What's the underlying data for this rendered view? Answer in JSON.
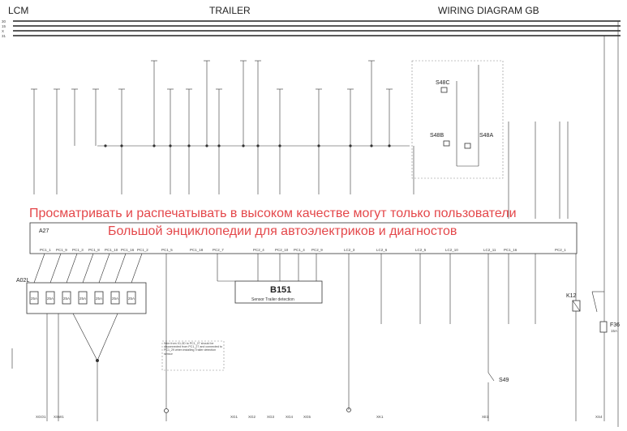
{
  "header": {
    "left": "LCM",
    "center": "TRAILER",
    "right": "WIRING DIAGRAM GB",
    "bus_labels": [
      "30",
      "15",
      "X",
      "31"
    ]
  },
  "watermark": {
    "line1": "Просматривать и распечатывать в высоком качестве могут только пользователи",
    "line2": "Большой энциклопедии для автоэлектриков и диагностов"
  },
  "components": {
    "a27": "A27",
    "a02l": "A02L",
    "b151": "B151",
    "b151_desc": "Sensor Trailer detection",
    "s48c": "S48C",
    "s48b": "S48B",
    "s48a": "S48A",
    "s49": "S49",
    "k12": "K12",
    "f36": "F36",
    "f36_rating": "15A"
  },
  "fuses": [
    "25A",
    "25A",
    "25A",
    "25A",
    "25A",
    "25A",
    "25A"
  ],
  "pins_a27": [
    "PC1_1",
    "PC1_9",
    "PC1_3",
    "PC1_8",
    "PC1_10",
    "PC1_16",
    "PC1_2",
    "PC1_5",
    "PC1_18",
    "PC2_7",
    "PC2_4",
    "PC2_10",
    "PC1_4",
    "PC2_9",
    "LC2_3",
    "LC2_6",
    "LC2_5",
    "LC2_10",
    "LC2_11",
    "PC1_16",
    "PC2_1"
  ],
  "bottom_refs": [
    "XGO1",
    "XSW1",
    "XG1",
    "XG2",
    "XG3",
    "XG4",
    "XG5",
    "XK1",
    "XE1",
    "XS4"
  ],
  "notes": {
    "dashed_box": "Wire from X1-3D to PC1_27 should be disconnected from PC1_27 and connected to PC1_29 when installing Trailer detection sensor"
  }
}
